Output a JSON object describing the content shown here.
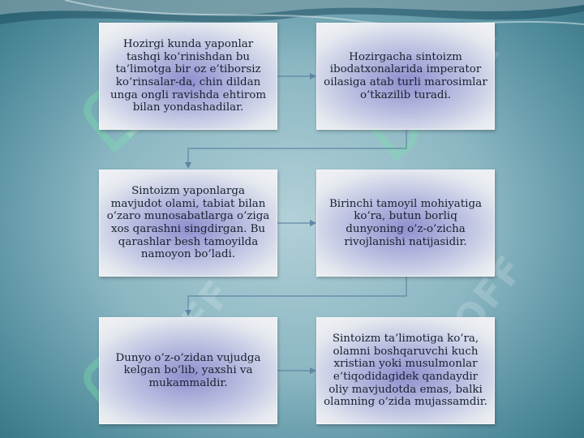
{
  "nodes": [
    {
      "id": "b1",
      "text": "Hozirgi kunda yaponlar tashqi ko’rinishdan bu ta’limotga bir oz e’tiborsiz ko’rinsalar-da, chin dildan unga ongli ravishda ehtirom bilan yondashadilar."
    },
    {
      "id": "b2",
      "text": "Hozirgacha sintoizm ibodatxonalarida imperator oilasiga atab turli marosimlar o’tkazilib turadi."
    },
    {
      "id": "b3",
      "text": "Sintoizm yaponlarga mavjudot olami, tabiat bilan o’zaro munosabatlarga o’ziga xos qarashni singdirgan. Bu qarashlar besh tamoyilda namoyon bo’ladi."
    },
    {
      "id": "b4",
      "text": "Birinchi tamoyil mohiyatiga ko’ra, butun borliq dunyoning o’z-o’zicha rivojlanishi natijasidir."
    },
    {
      "id": "b5",
      "text": "Dunyo o’z-o’zidan vujudga kelgan bo’lib, yaxshi va mukammaldir."
    },
    {
      "id": "b6",
      "text": "Sintoizm ta’limotiga ko’ra, olamni boshqaruvchi kuch xristian yoki musulmonlar e’tiqodidagidek qandaydir oliy mavjudotda emas, balki olamning o’zida mujassamdir."
    }
  ],
  "edges": [
    {
      "from": "b1",
      "to": "b2"
    },
    {
      "from": "b2",
      "to": "b3"
    },
    {
      "from": "b3",
      "to": "b4"
    },
    {
      "from": "b4",
      "to": "b5"
    },
    {
      "from": "b5",
      "to": "b6"
    }
  ],
  "watermark": "SOFF",
  "colors": {
    "connector": "#5f86a4",
    "box_center": "#8f8fce",
    "box_edge": "#eeeff2"
  }
}
